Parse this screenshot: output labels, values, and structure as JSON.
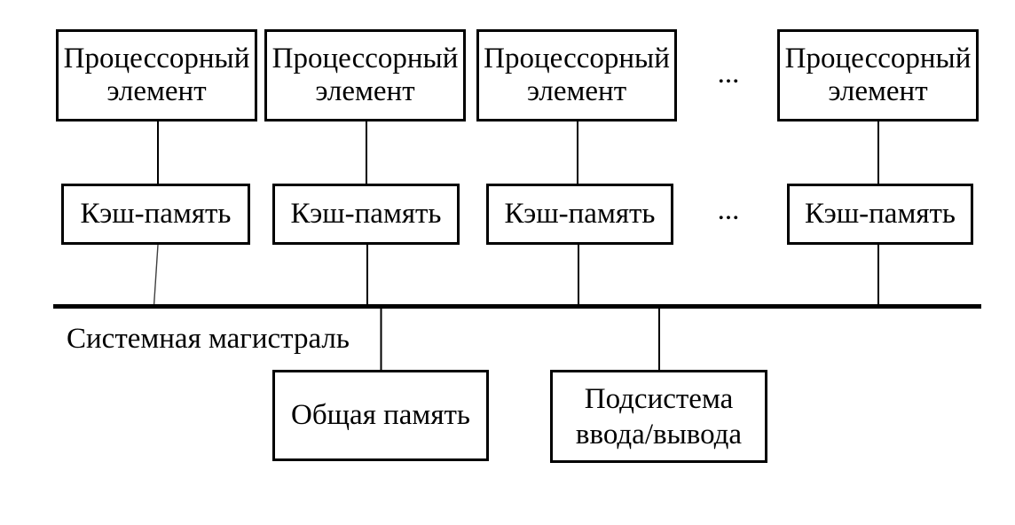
{
  "diagram": {
    "background": "#ffffff",
    "line_color": "#000000",
    "processor_row": {
      "boxes": [
        {
          "label": "Процессорный элемент"
        },
        {
          "label": "Процессорный элемент"
        },
        {
          "label": "Процессорный элемент"
        },
        {
          "label": "Процессорный элемент"
        }
      ],
      "ellipsis": "..."
    },
    "cache_row": {
      "boxes": [
        {
          "label": "Кэш-память"
        },
        {
          "label": "Кэш-память"
        },
        {
          "label": "Кэш-память"
        },
        {
          "label": "Кэш-память"
        }
      ],
      "ellipsis": "..."
    },
    "bus": {
      "label": "Системная магистраль"
    },
    "bottom_row": {
      "shared_memory": {
        "label": "Общая память"
      },
      "io_subsystem": {
        "label": "Подсистема ввода/вывода"
      }
    }
  }
}
